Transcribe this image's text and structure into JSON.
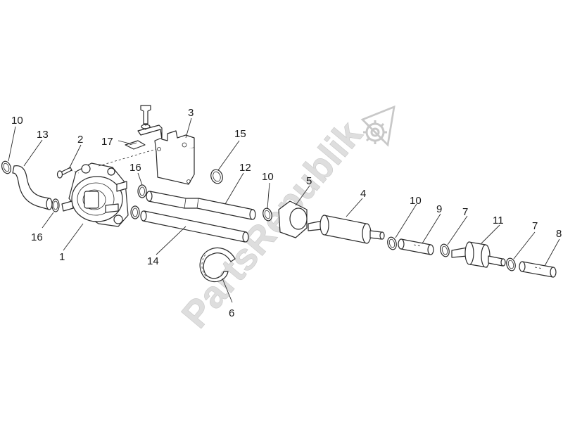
{
  "watermark": {
    "text": "PartsRepublik",
    "icon": "gear-icon"
  },
  "callouts": [
    {
      "id": "c10a",
      "text": "10"
    },
    {
      "id": "c13",
      "text": "13"
    },
    {
      "id": "c2",
      "text": "2"
    },
    {
      "id": "c17",
      "text": "17"
    },
    {
      "id": "c3",
      "text": "3"
    },
    {
      "id": "c16a",
      "text": "16"
    },
    {
      "id": "c16b",
      "text": "16"
    },
    {
      "id": "c1",
      "text": "1"
    },
    {
      "id": "c15",
      "text": "15"
    },
    {
      "id": "c12",
      "text": "12"
    },
    {
      "id": "c14",
      "text": "14"
    },
    {
      "id": "c6",
      "text": "6"
    },
    {
      "id": "c10b",
      "text": "10"
    },
    {
      "id": "c5",
      "text": "5"
    },
    {
      "id": "c4",
      "text": "4"
    },
    {
      "id": "c10c",
      "text": "10"
    },
    {
      "id": "c9",
      "text": "9"
    },
    {
      "id": "c7a",
      "text": "7"
    },
    {
      "id": "c11",
      "text": "11"
    },
    {
      "id": "c7b",
      "text": "7"
    },
    {
      "id": "c8",
      "text": "8"
    }
  ]
}
